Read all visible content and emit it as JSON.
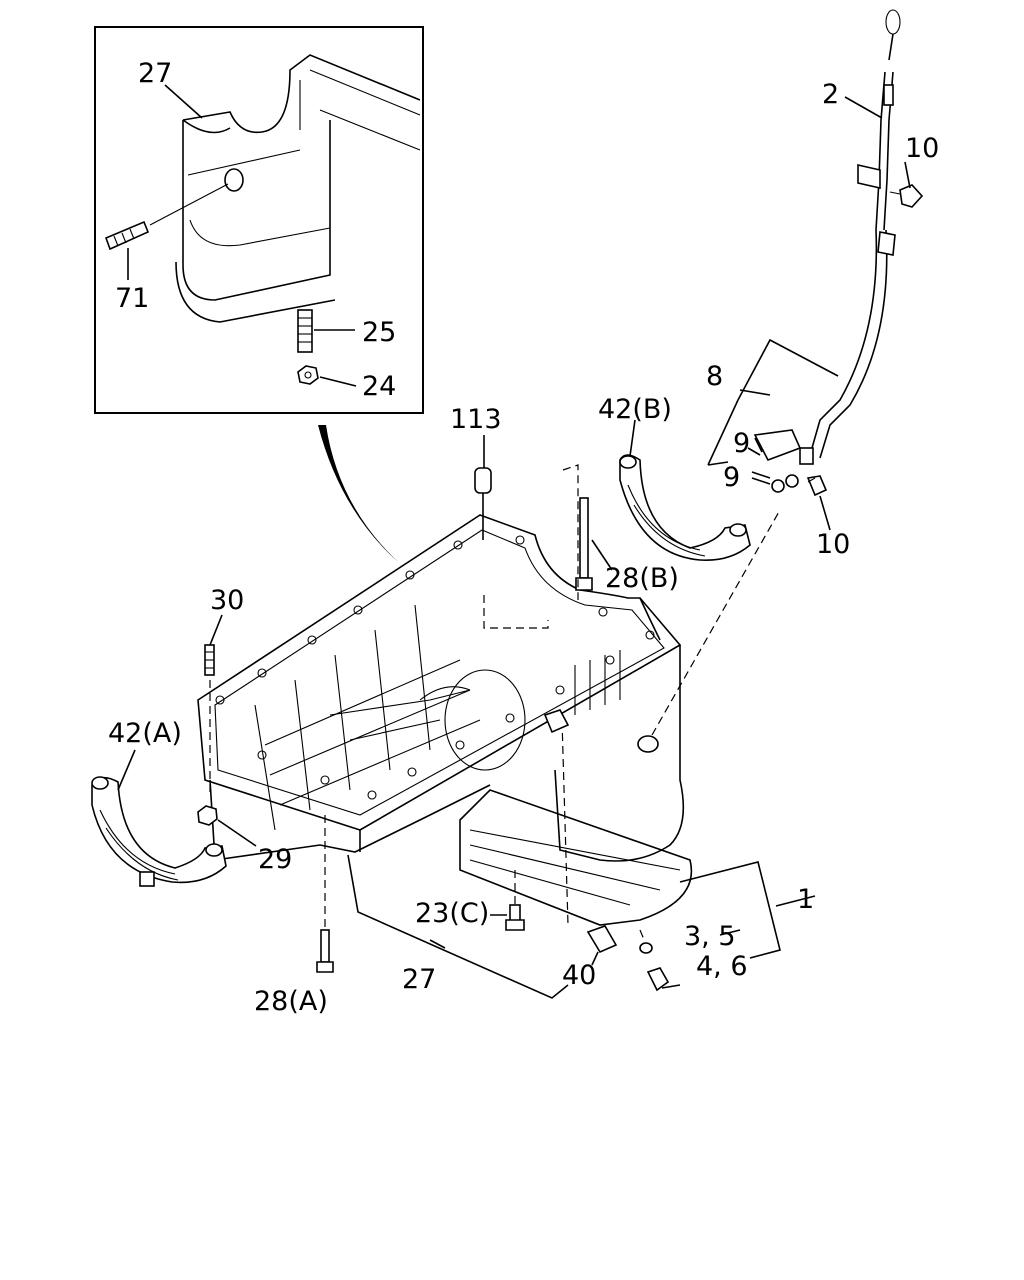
{
  "labels": {
    "inset_27": "27",
    "inset_71": "71",
    "inset_25": "25",
    "inset_24": "24",
    "p2": "2",
    "p10_top": "10",
    "p8": "8",
    "p9_a": "9",
    "p9_b": "9",
    "p10_mid": "10",
    "p42b": "42(B)",
    "p113": "113",
    "p28b": "28(B)",
    "p30": "30",
    "p42a": "42(A)",
    "p29": "29",
    "p28a": "28(A)",
    "p27": "27",
    "p23c": "23(C)",
    "p40": "40",
    "p1": "1",
    "p35": "3, 5",
    "p46": "4, 6"
  }
}
